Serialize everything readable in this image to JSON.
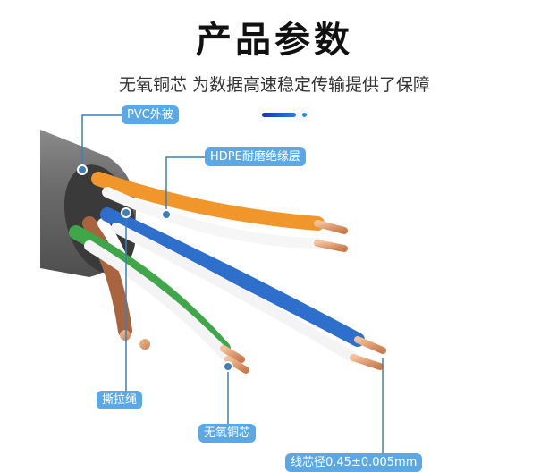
{
  "title": "产品参数",
  "subtitle": "无氧铜芯 为数据高速稳定传输提供了保障",
  "labels": {
    "jacket": "PVC外被",
    "insulation": "HDPE耐磨绝缘层",
    "ripcord": "撕拉绳",
    "conductor": "无氧铜芯",
    "diameter": "线芯径0.45±0.005mm"
  },
  "colors": {
    "tag": "#5aa9e6",
    "line": "#3f7fb5",
    "jacket": "#6e6e6e"
  }
}
